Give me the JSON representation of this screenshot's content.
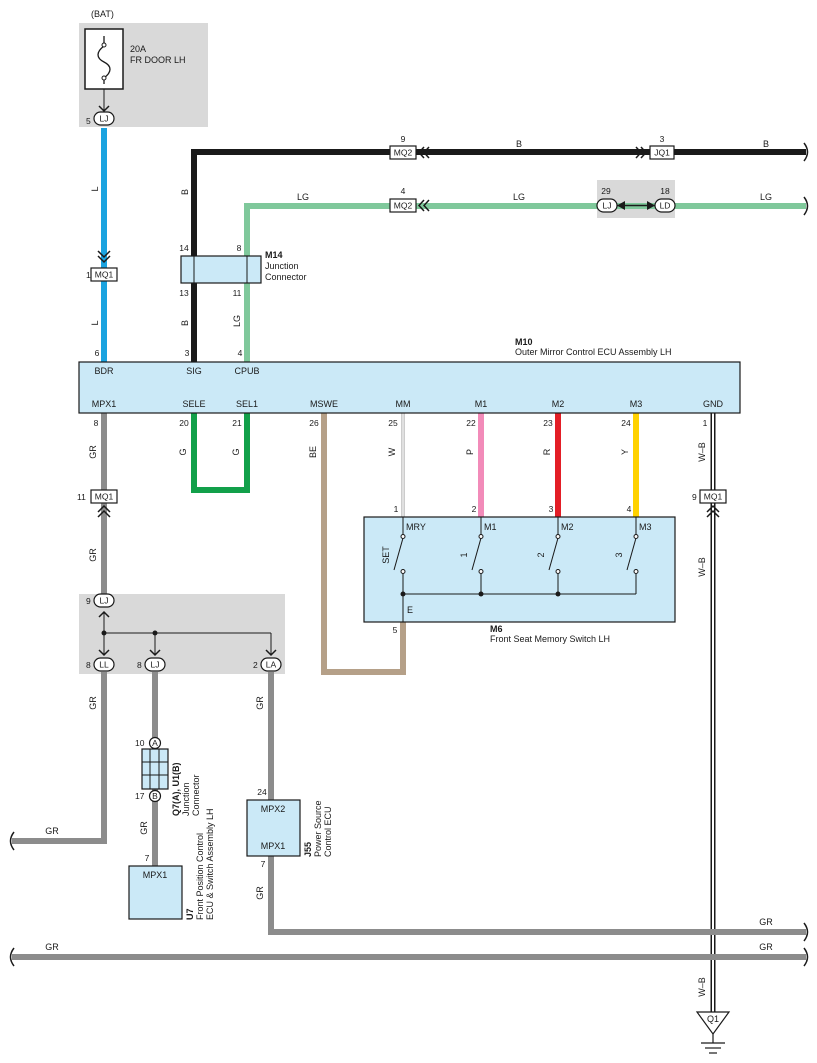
{
  "diagram": {
    "fuse": {
      "supply": "(BAT)",
      "rating": "20A",
      "name": "FR DOOR LH",
      "connector": "LJ",
      "pin": "5"
    },
    "top_right": {
      "mq2_upper": {
        "pin": "9",
        "label": "MQ2"
      },
      "jq1": {
        "pin": "3",
        "label": "JQ1"
      },
      "wire_b_mid": "B",
      "wire_b_right": "B",
      "mq2_lower": {
        "pin": "4",
        "label": "MQ2"
      },
      "lg_mid": "LG",
      "lg_right": "LG",
      "lg_left": "LG",
      "lj": {
        "pin": "29",
        "label": "LJ"
      },
      "ld": {
        "pin": "18",
        "label": "LD"
      }
    },
    "m14": {
      "code": "M14",
      "name_line1": "Junction",
      "name_line2": "Connector",
      "pins": {
        "tl": "14",
        "tr": "8",
        "bl": "13",
        "br": "11"
      },
      "wire_b_upper": "B",
      "wire_b_lower": "B",
      "wire_lg_lower": "LG"
    },
    "mq1_upper": {
      "pin": "1",
      "label": "MQ1",
      "wire_above": "L",
      "wire_below": "L"
    },
    "m10": {
      "code": "M10",
      "name": "Outer Mirror Control ECU Assembly LH",
      "top_terminals": [
        {
          "pin": "6",
          "name": "BDR"
        },
        {
          "pin": "3",
          "name": "SIG"
        },
        {
          "pin": "4",
          "name": "CPUB"
        }
      ],
      "bottom_terminals": [
        {
          "pin": "8",
          "name": "MPX1",
          "wire": "GR"
        },
        {
          "pin": "20",
          "name": "SELE",
          "wire": "G"
        },
        {
          "pin": "21",
          "name": "SEL1",
          "wire": "G"
        },
        {
          "pin": "26",
          "name": "MSWE",
          "wire": "BE"
        },
        {
          "pin": "25",
          "name": "MM",
          "wire": "W"
        },
        {
          "pin": "22",
          "name": "M1",
          "wire": "P"
        },
        {
          "pin": "23",
          "name": "M2",
          "wire": "R"
        },
        {
          "pin": "24",
          "name": "M3",
          "wire": "Y"
        },
        {
          "pin": "1",
          "name": "GND",
          "wire": "W–B"
        }
      ]
    },
    "mq1_left": {
      "pin": "11",
      "label": "MQ1",
      "wire_below": "GR"
    },
    "mq1_right": {
      "pin": "9",
      "label": "MQ1",
      "wire_below": "W–B"
    },
    "m6": {
      "code": "M6",
      "name": "Front Seat Memory Switch LH",
      "top_pins": [
        "1",
        "2",
        "3",
        "4"
      ],
      "switch_labels": [
        "MRY",
        "M1",
        "M2",
        "M3"
      ],
      "switch_names": [
        "SET",
        "1",
        "2",
        "3"
      ],
      "ground_label": "E",
      "ground_pin": "5"
    },
    "junction_block": {
      "in": {
        "pin": "9",
        "label": "LJ"
      },
      "outs": [
        {
          "pin": "8",
          "label": "LL",
          "wire": "GR"
        },
        {
          "pin": "8",
          "label": "LJ"
        },
        {
          "pin": "2",
          "label": "LA",
          "wire": "GR"
        }
      ]
    },
    "q7": {
      "code": "Q7(A), U1(B)",
      "name_line1": "Junction",
      "name_line2": "Connector",
      "a_pin": "10",
      "a_label": "A",
      "b_pin": "17",
      "b_label": "B",
      "wire_below": "GR"
    },
    "u7": {
      "code": "U7",
      "name_line1": "Front Position Control",
      "name_line2": "ECU & Switch Assembly LH",
      "pin": "7",
      "terminal": "MPX1"
    },
    "j55": {
      "code": "J55",
      "name_line1": "Power Source",
      "name_line2": "Control ECU",
      "pin_top": "24",
      "terminal_top": "MPX2",
      "terminal_bottom": "MPX1",
      "pin_bottom": "7",
      "wire_below": "GR"
    },
    "bottom_wires": {
      "left_gr": "GR",
      "bus_gr_left": "GR",
      "bus_gr_right": "GR",
      "j55_gr_right": "GR",
      "ground_wb": "W–B"
    },
    "ground": {
      "label": "Q1"
    }
  },
  "colors": {
    "L": "#1aa3e0",
    "B": "#1a1a1a",
    "LG": "#7fc89b",
    "GR": "#8c8c8c",
    "G": "#12a04a",
    "BE": "#b5a088",
    "P": "#f28bb9",
    "R": "#e31e26",
    "Y": "#ffd200",
    "W": "#ffffff",
    "box_fill": "#cbe9f7",
    "area_fill": "#d9d9d9"
  }
}
